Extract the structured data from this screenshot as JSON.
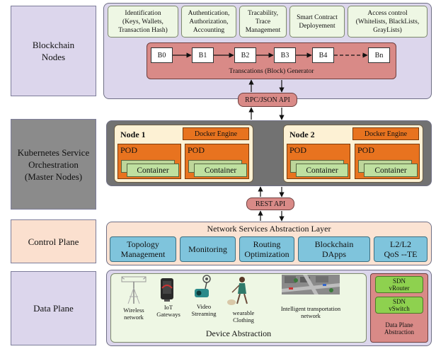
{
  "layers": {
    "blockchain": "Blockchain\nNodes",
    "kubernetes": "Kubernetes Service\nOrchestration\n(Master Nodes)",
    "control": "Control Plane",
    "data": "Data Plane"
  },
  "blockchain": {
    "features": [
      "Identification\n(Keys, Wallets,\nTransaction Hash)",
      "Authentication,\nAuthorization,\nAccounting",
      "Tracability,\nTrace\nManagement",
      "Smart Contract\nDeployement",
      "Access control\n(Whitelists, BlackLists,\nGrayLists)"
    ],
    "blocks": [
      "B0",
      "B1",
      "B2",
      "B3",
      "B4",
      "Bn"
    ],
    "generator": "Transcations (Block) Generator"
  },
  "apis": {
    "rpc": "RPC/JSON API",
    "rest": "REST API"
  },
  "kubernetes": {
    "node1": "Node 1",
    "node2": "Node 2",
    "docker": "Docker Engine",
    "pod": "POD",
    "container": "Container"
  },
  "control": {
    "title": "Network Services Abstraction Layer",
    "services": [
      "Topology\nManagement",
      "Monitoring",
      "Routing\nOptimization",
      "Blockchain\nDApps",
      "L2/L2\nQoS --TE"
    ]
  },
  "data": {
    "devices": [
      "Wireless\nnetwork",
      "IoT\nGateways",
      "Video\nStreaming",
      "wearable\nClothing",
      "Intelligent transportation\nnetwork"
    ],
    "device_abstraction": "Device Abstraction",
    "sdn": [
      "SDN\nvRouter",
      "SDN\nvSwitch"
    ],
    "dp_abstraction": "Data Plane\nAbstraction"
  }
}
